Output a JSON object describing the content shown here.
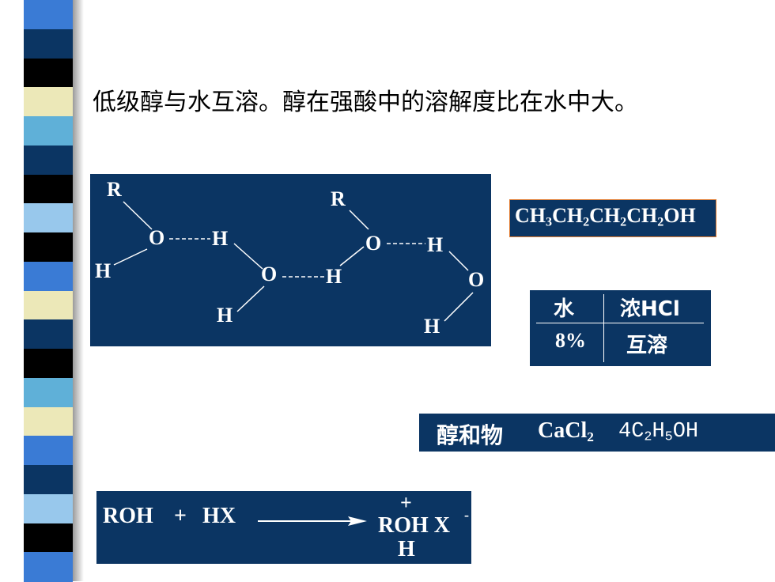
{
  "slide": {
    "heading": "低级醇与水互溶。醇在强酸中的溶解度比在水中大。",
    "stripe_colors": [
      "#3a7bd5",
      "#0b3563",
      "#000000",
      "#ece8b8",
      "#5fb0d8",
      "#0b3563",
      "#000000",
      "#98c8ec",
      "#000000",
      "#3a7bd5",
      "#ece8b8",
      "#0b3563",
      "#000000",
      "#5fb0d8",
      "#ece8b8",
      "#3a7bd5",
      "#0b3563",
      "#98c8ec",
      "#000000",
      "#3a7bd5"
    ],
    "accent": "#0b3563"
  },
  "hbond_diagram": {
    "atoms": {
      "r1": "R",
      "o1": "O",
      "h_o1_left": "H",
      "h_bridge1": "H",
      "o2": "O",
      "h_o2_bottom": "H",
      "h_bridge2": "H",
      "r2": "R",
      "o3": "O",
      "h_bridge3": "H",
      "o4": "O",
      "h_o4_bottom": "H"
    }
  },
  "butanol": {
    "parts": [
      "CH",
      "3",
      "CH",
      "2",
      "CH",
      "2",
      "CH",
      "2",
      "OH"
    ]
  },
  "solubility_table": {
    "header_left": "水",
    "header_right": "浓HCl",
    "value_left": "8%",
    "value_right": "互溶"
  },
  "solvate": {
    "label": "醇和物",
    "formula_a": "CaCl",
    "formula_a_sub": "2",
    "formula_b_parts": [
      "4C",
      "2",
      "H",
      "5",
      "OH"
    ]
  },
  "reaction": {
    "reactant1": "ROH",
    "plus": "+",
    "reactant2": "HX",
    "product_charge": "+",
    "product_main": "ROH X",
    "product_minus": "-",
    "product_h": "H"
  }
}
